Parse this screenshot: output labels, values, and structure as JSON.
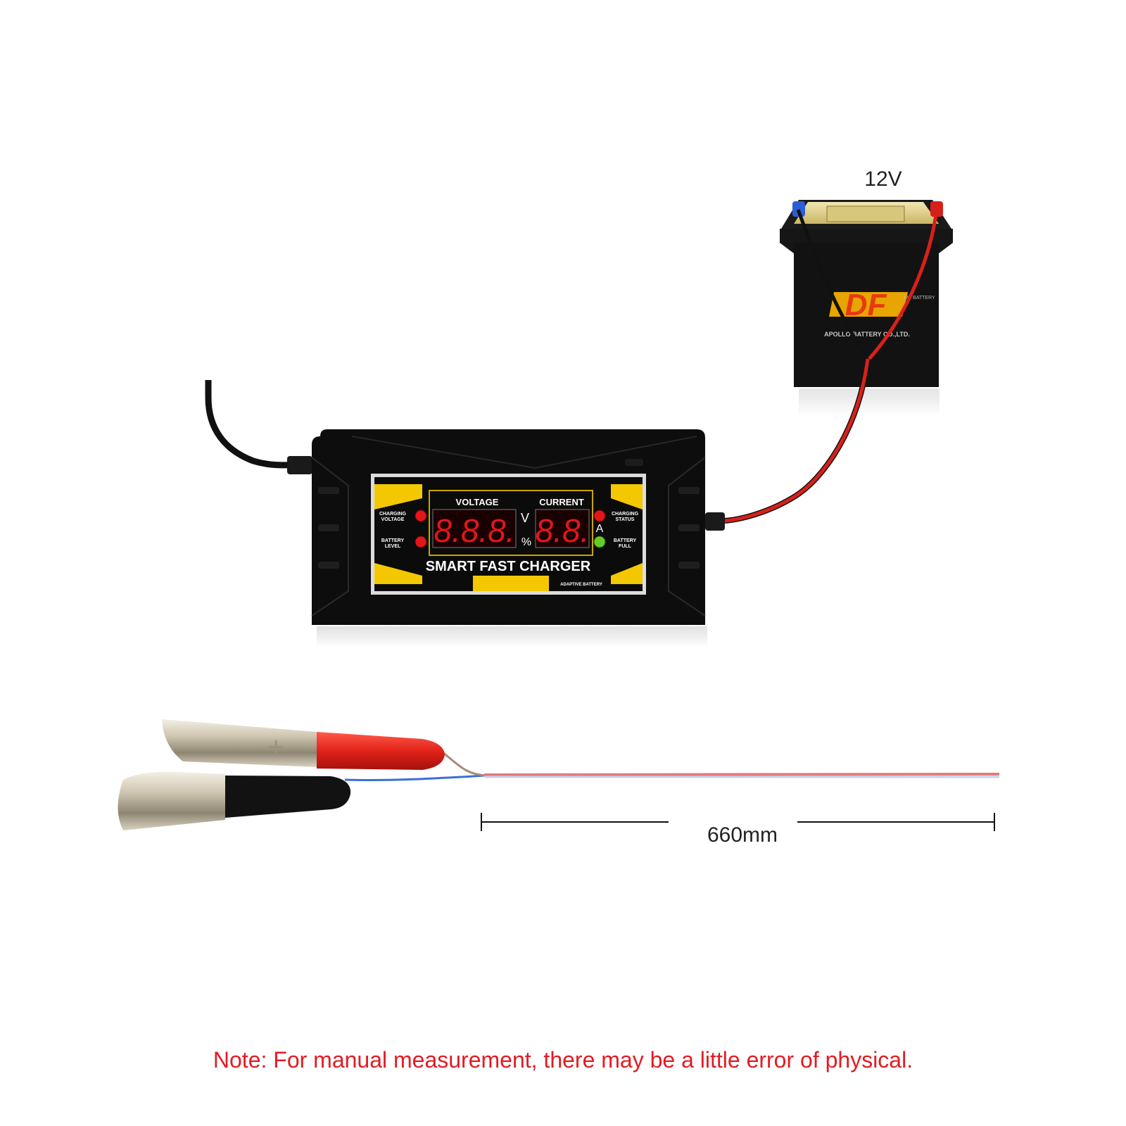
{
  "battery": {
    "voltage_label": "12V",
    "brand_logo": "DF",
    "brand_subtext": "APOLLO BATTERY CO.,LTD.",
    "brand_small": "MF BATTERY"
  },
  "charger": {
    "voltage_label": "VOLTAGE",
    "current_label": "CURRENT",
    "voltage_digits": "8.8.8.",
    "current_digits": "8.8.",
    "unit_v": "V",
    "unit_percent": "%",
    "unit_a": "A",
    "left_top": "CHARGING\nVOLTAGE",
    "left_bottom": "BATTERY\nLEVEL",
    "right_top": "CHARGING\nSTATUS",
    "right_bottom": "BATTERY\nFULL",
    "title": "SMART FAST CHARGER",
    "footer": "ADAPTIVE BATTERY",
    "colors": {
      "body": "#0d0d0d",
      "accent": "#f4c800",
      "led_red": "#e3161b",
      "led_green": "#66cc22"
    }
  },
  "cable": {
    "length_label": "660mm",
    "clamp_mark": "+"
  },
  "note": "Note: For manual measurement, there may be a little error of physical."
}
